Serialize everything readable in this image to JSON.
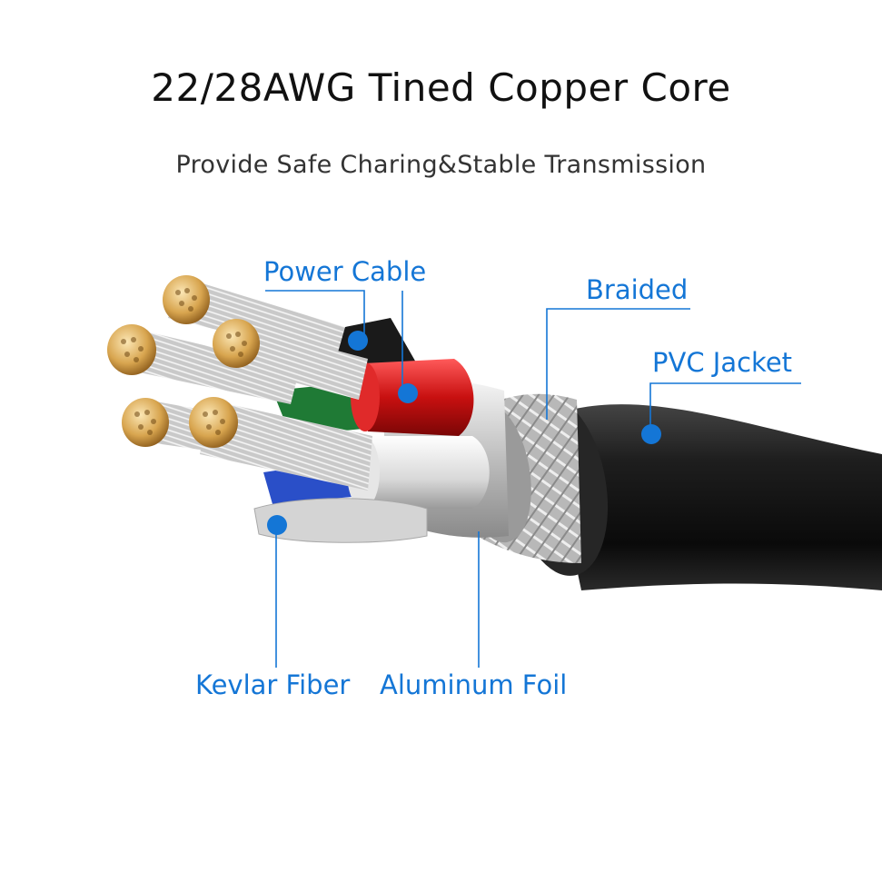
{
  "header": {
    "title": "22/28AWG Tined Copper Core",
    "subtitle": "Provide Safe Charing&Stable Transmission"
  },
  "labels": {
    "power_cable": "Power Cable",
    "braided": "Braided",
    "pvc_jacket": "PVC Jacket",
    "kevlar_fiber": "Kevlar Fiber",
    "aluminum_foil": "Aluminum Foil"
  },
  "colors": {
    "accent": "#1476d6",
    "jacket": "#1b1b1b",
    "red_wire": "#d41c1c",
    "green_wire": "#1f8a3a",
    "blue_wire": "#2a4fc8",
    "copper": "#d9b26a"
  }
}
